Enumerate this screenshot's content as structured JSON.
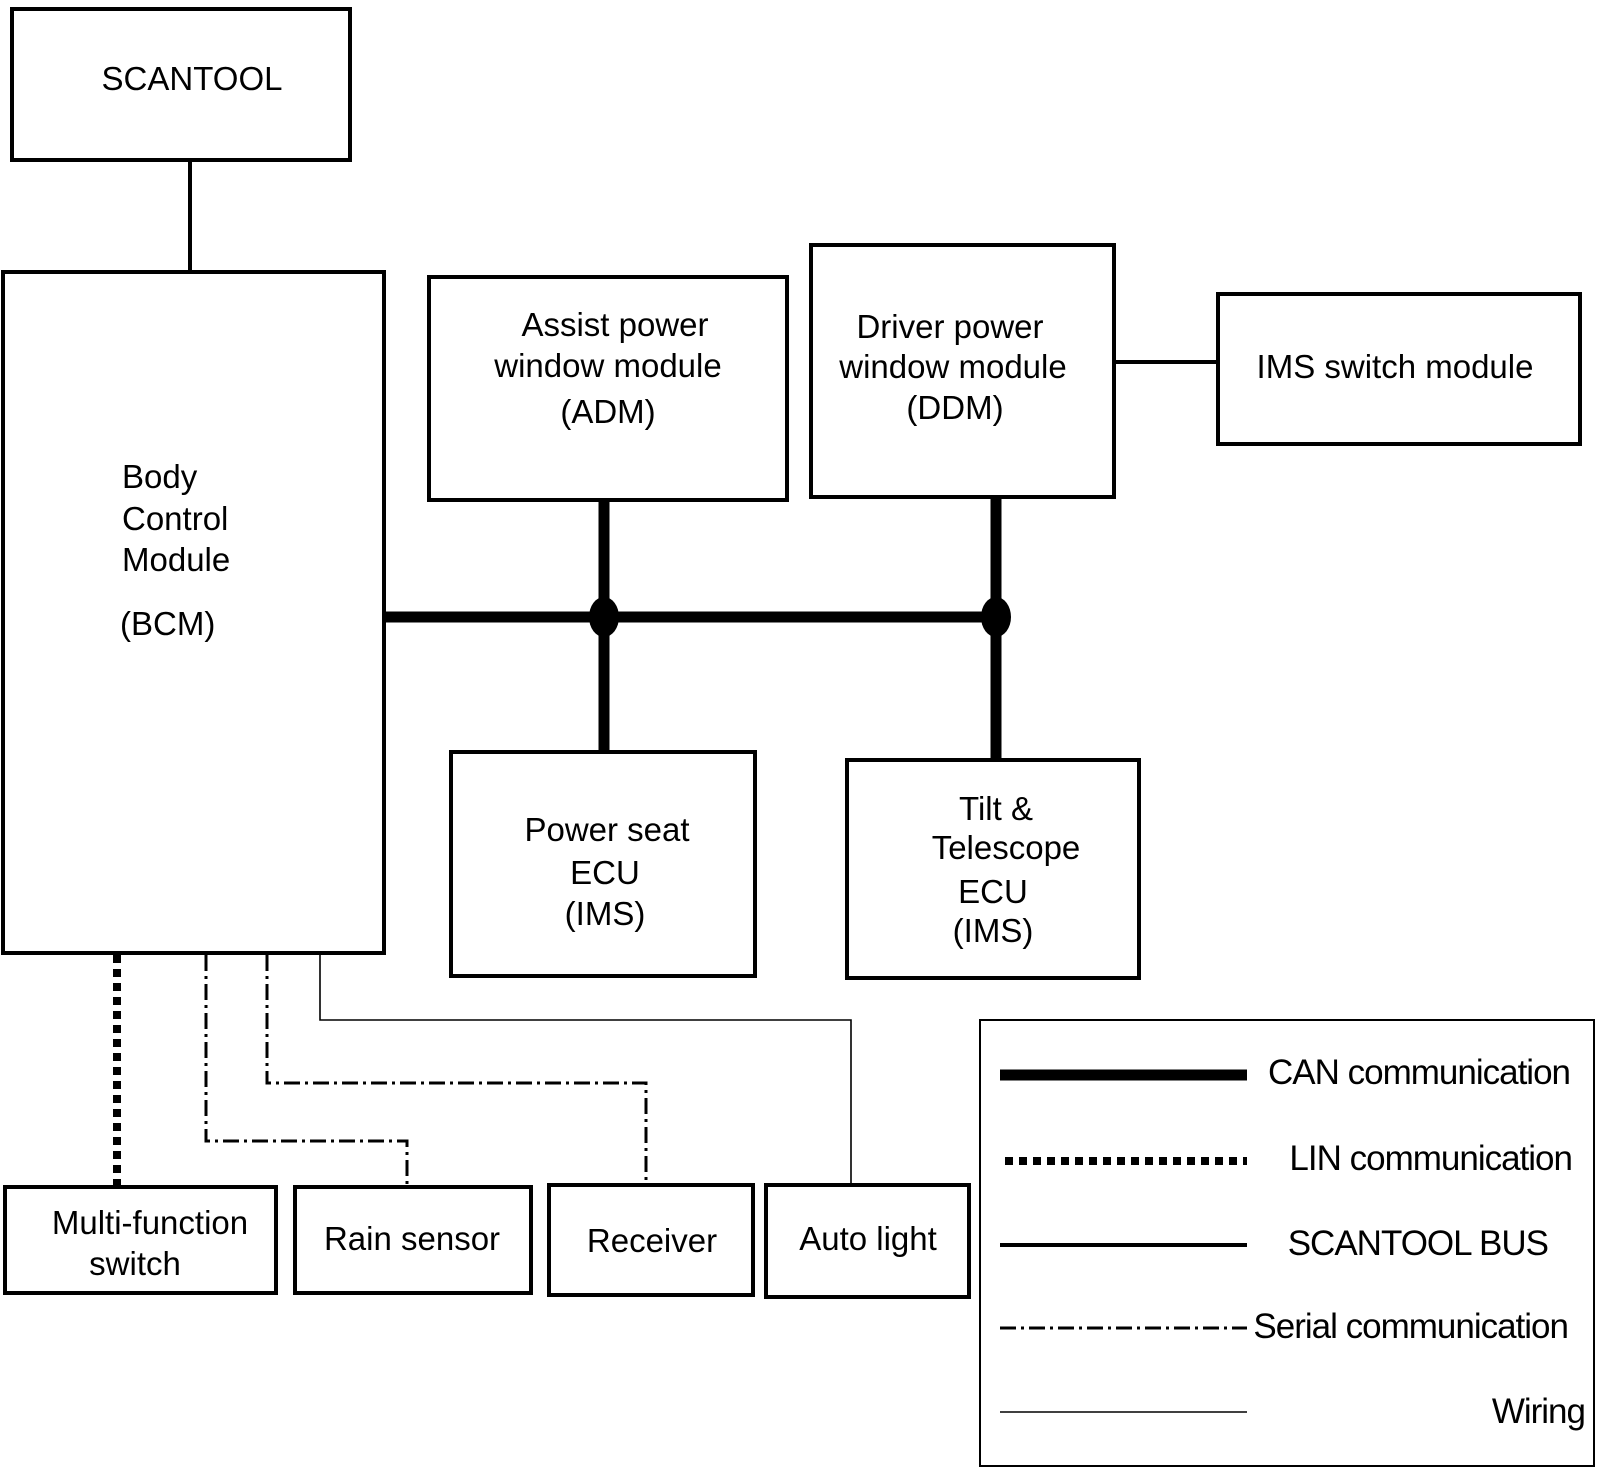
{
  "nodes": {
    "scantool": [
      "SCANTOOL"
    ],
    "bcm": [
      "Body",
      "Control",
      "Module",
      "(BCM)"
    ],
    "adm": [
      "Assist power",
      "window module",
      "(ADM)"
    ],
    "ddm": [
      "Driver power",
      "window module",
      "(DDM)"
    ],
    "ims_switch": [
      "IMS switch module"
    ],
    "power_seat": [
      "Power seat",
      "ECU",
      "(IMS)"
    ],
    "tilt": [
      "Tilt &",
      "Telescope",
      "ECU",
      "(IMS)"
    ],
    "multifunction": [
      "Multi-function",
      "switch"
    ],
    "rain": [
      "Rain sensor"
    ],
    "receiver": [
      "Receiver"
    ],
    "autolight": [
      "Auto light"
    ]
  },
  "legend": {
    "can": "CAN communication",
    "lin": "LIN communication",
    "scantool_bus": "SCANTOOL BUS",
    "serial": "Serial communication",
    "wiring": "Wiring"
  }
}
